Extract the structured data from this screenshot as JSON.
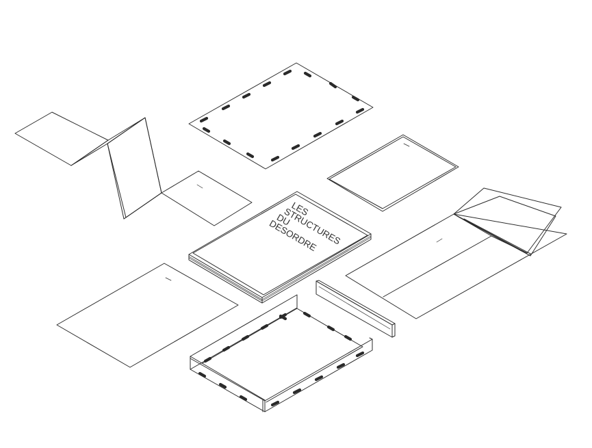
{
  "book": {
    "title_lines": [
      "LES",
      "STRUCTURES",
      "DU",
      "DESORDRE"
    ]
  },
  "colors": {
    "line": "#2a2a2a",
    "background": "#ffffff"
  }
}
